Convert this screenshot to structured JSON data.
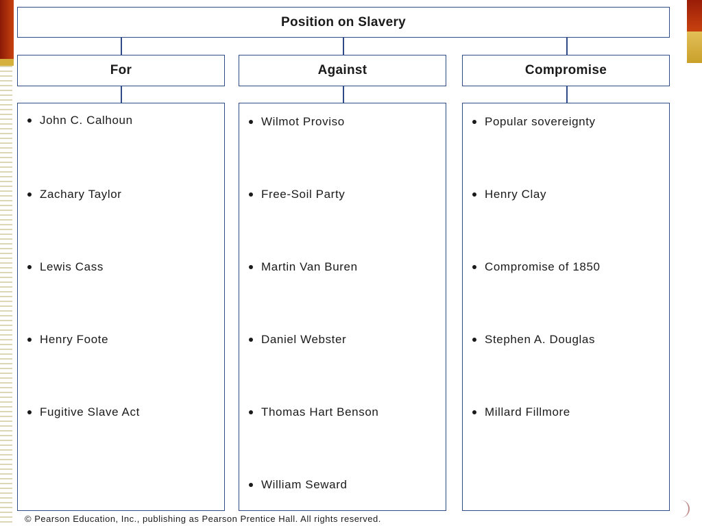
{
  "diagram": {
    "title": "Position on Slavery",
    "columns": [
      {
        "heading": "For",
        "items": [
          "John C. Calhoun",
          "Zachary Taylor",
          "Lewis Cass",
          "Henry Foote",
          "Fugitive Slave Act"
        ]
      },
      {
        "heading": "Against",
        "items": [
          "Wilmot Proviso",
          "Free-Soil Party",
          "Martin Van Buren",
          "Daniel Webster",
          "Thomas Hart Benson",
          "William Seward"
        ]
      },
      {
        "heading": "Compromise",
        "items": [
          "Popular sovereignty",
          "Henry Clay",
          "Compromise of 1850",
          "Stephen A. Douglas",
          "Millard Fillmore"
        ]
      }
    ]
  },
  "footer": {
    "copyright": "© Pearson Education, Inc., publishing as Pearson Prentice Hall.  All rights reserved."
  },
  "colors": {
    "box_border": "#2e4a86",
    "accent_red": "#c8420f",
    "accent_gold": "#d6b03c"
  }
}
